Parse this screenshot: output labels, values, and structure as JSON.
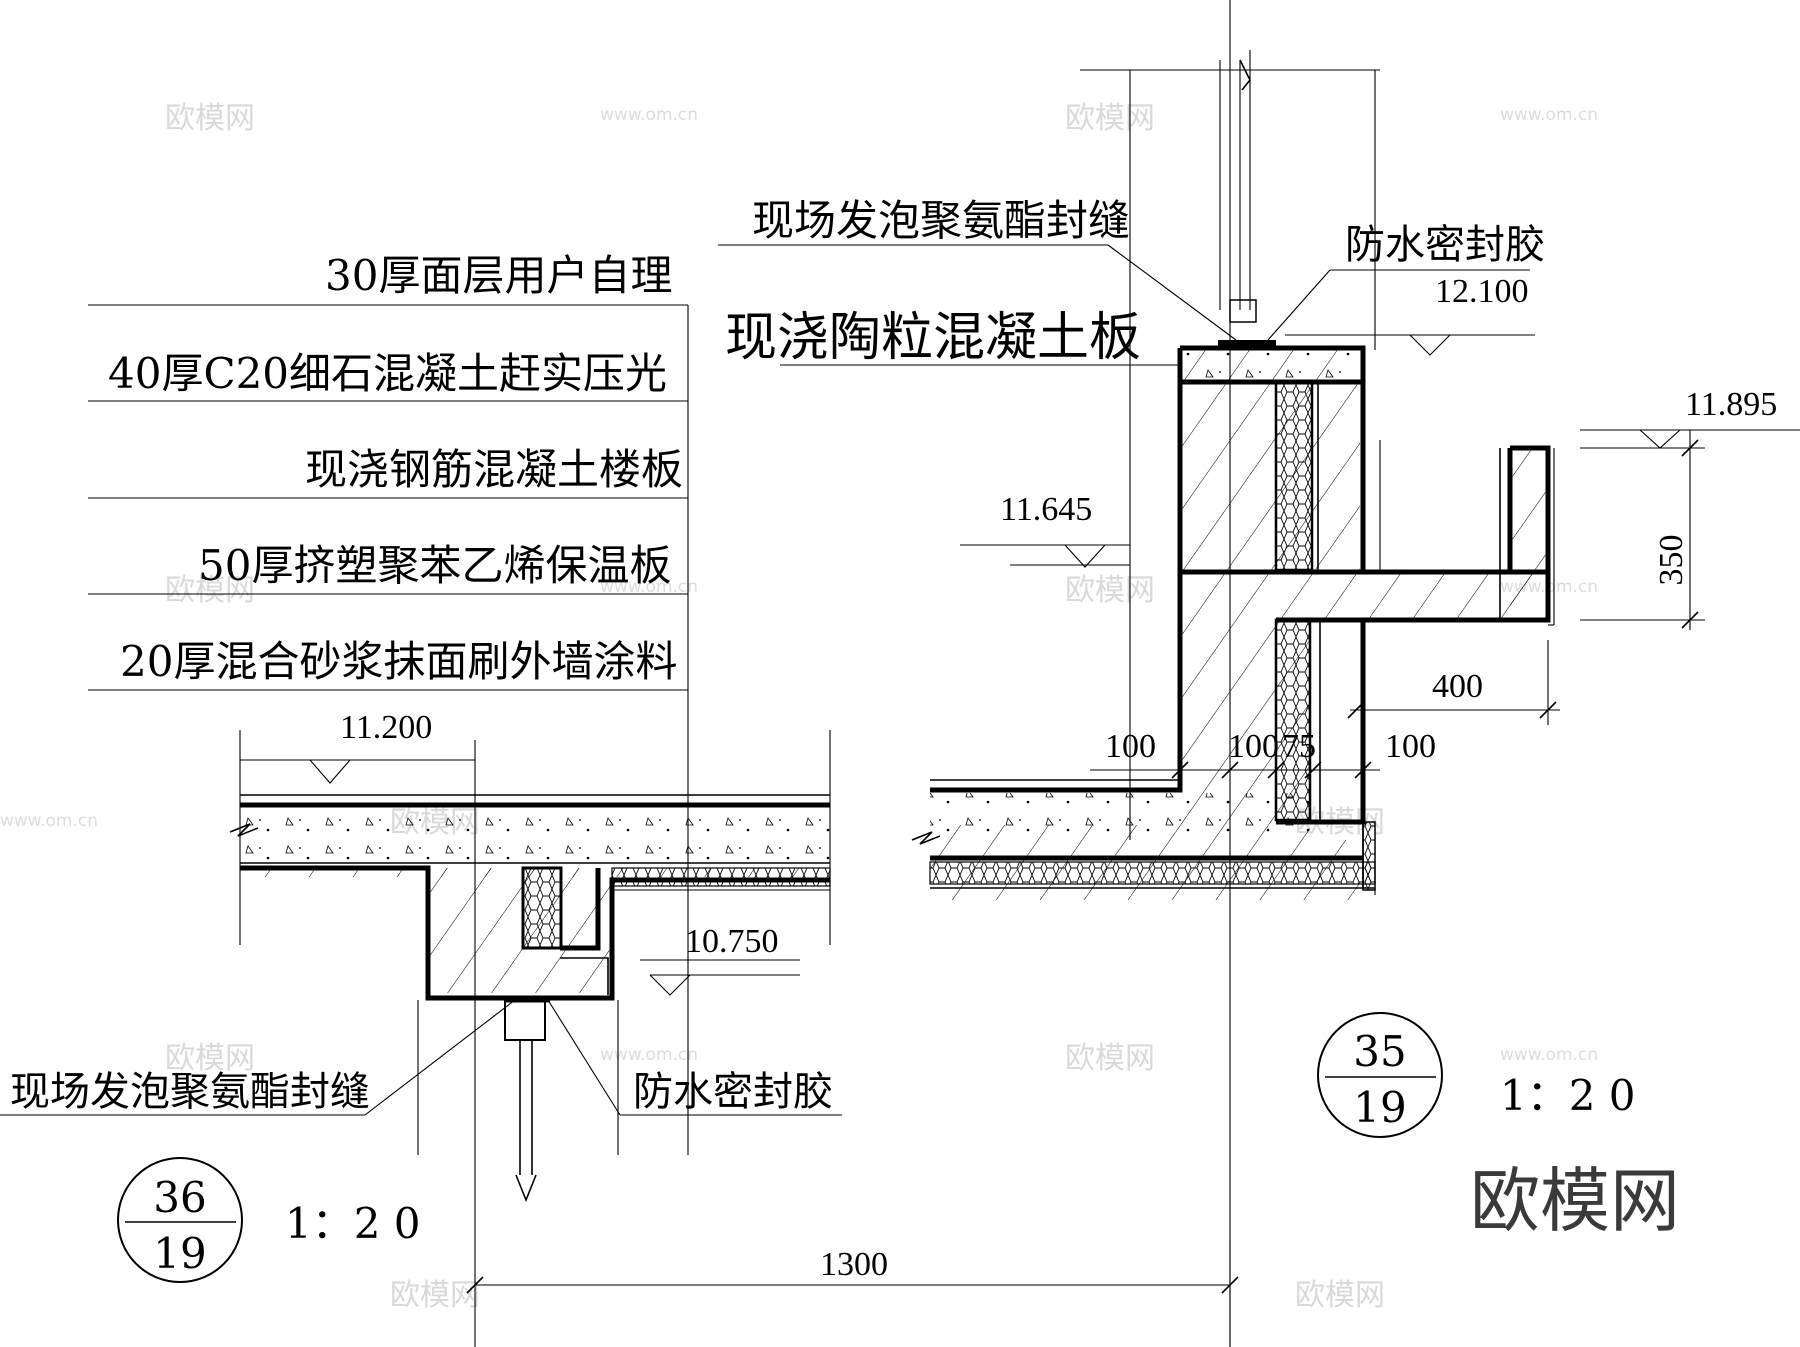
{
  "left_labels": [
    "30厚面层用户自理",
    "40厚C20细石混凝土赶实压光",
    "现浇钢筋混凝土楼板",
    "50厚挤塑聚苯乙烯保温板",
    "20厚混合砂浆抹面刷外墙涂料"
  ],
  "elevations": {
    "e11200": "11.200",
    "e10750": "10.750",
    "e11645": "11.645",
    "e12100": "12.100",
    "e11895": "11.895"
  },
  "dims": {
    "d100a": "100",
    "d100b": "100",
    "d75": "75",
    "d100c": "100",
    "d400": "400",
    "d350": "350",
    "d1300": "1300"
  },
  "callouts": {
    "foam_top": "现场发泡聚氨酯封缝",
    "sealant_top": "防水密封胶",
    "ceramsite_slab": "现浇陶粒混凝土板",
    "foam_bottom": "现场发泡聚氨酯封缝",
    "sealant_bottom": "防水密封胶"
  },
  "detail_36": {
    "top": "36",
    "bottom": "19",
    "scale": "1：2 0"
  },
  "detail_35": {
    "top": "35",
    "bottom": "19",
    "scale": "1：2 0"
  },
  "watermark": {
    "brand": "欧模网",
    "url": "www.om.cn"
  }
}
